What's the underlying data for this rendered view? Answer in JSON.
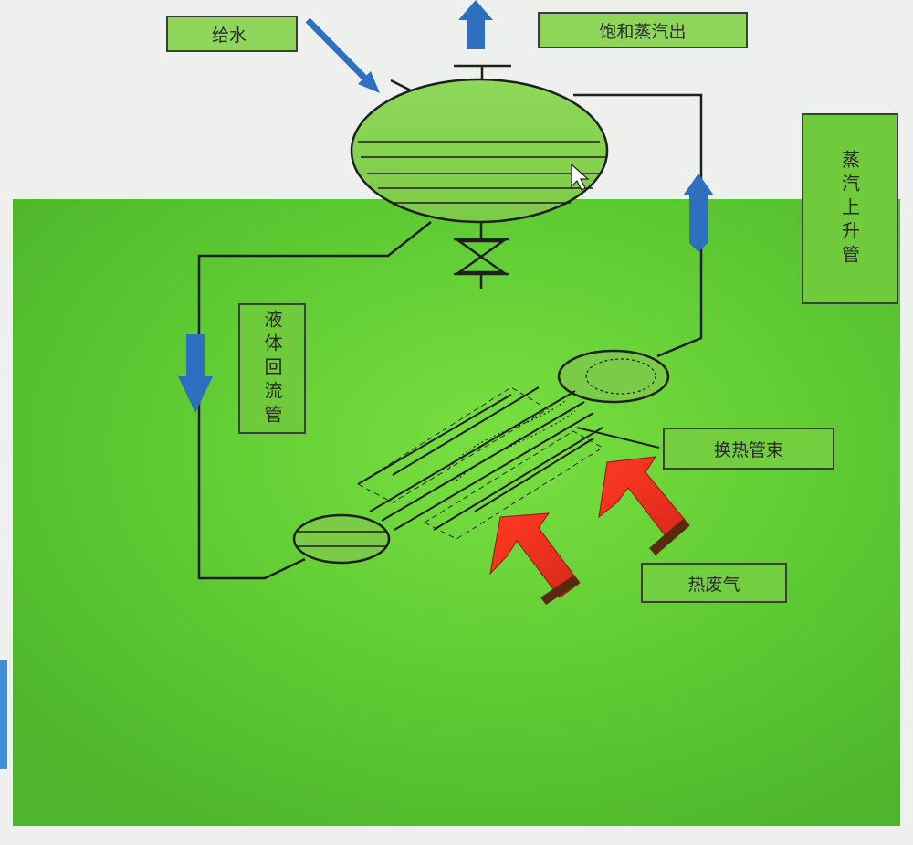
{
  "labels": {
    "feed_water": "给水",
    "saturated_steam_out": "饱和蒸汽出",
    "steam_riser": "蒸汽上升管",
    "liquid_return": "液体回流管",
    "heat_exchange_bundle": "换热管束",
    "hot_exhaust": "热废气"
  },
  "colors": {
    "background_panel": "#5fc436",
    "vessel_fill": "#8fd15a",
    "flow_arrow": "#2f6fc0",
    "heat_arrow": "#e0301e",
    "line": "#1f1f1f"
  },
  "icons": [
    "up-arrow-icon",
    "down-arrow-icon",
    "valve-icon",
    "cursor-icon",
    "heat-arrow-icon"
  ]
}
